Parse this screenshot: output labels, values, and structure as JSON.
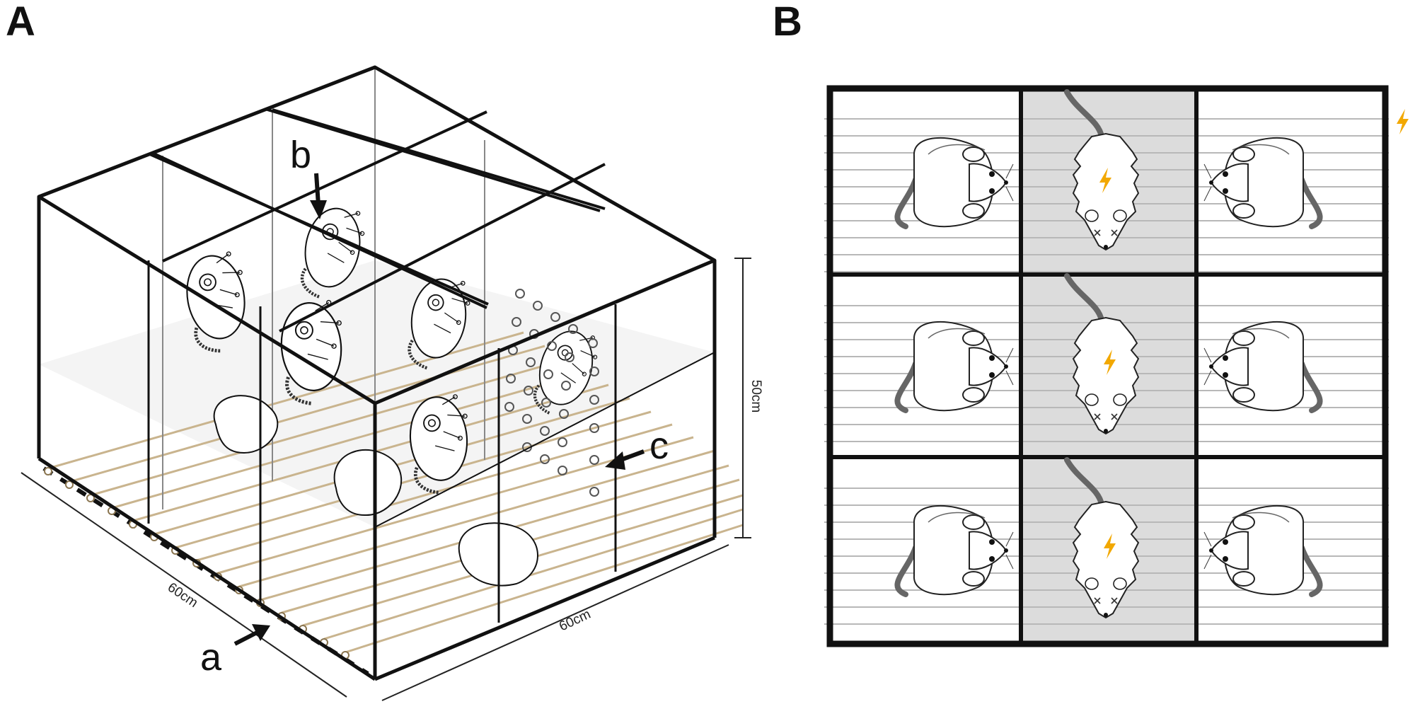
{
  "panels": {
    "a": {
      "letter": "A"
    },
    "b": {
      "letter": "B"
    }
  },
  "callouts": {
    "a": "a",
    "b": "b",
    "c": "c"
  },
  "dimensions": {
    "height": "50cm",
    "width_left": "60cm",
    "width_right": "60cm"
  },
  "grid": {
    "rows": 3,
    "cols": 3
  },
  "colors": {
    "frame": "#111111",
    "rods": "#c9b48e",
    "shock_cell": "#dcdcdc",
    "lightning": "#f2a800"
  },
  "icons": [
    "arrow-icon",
    "lightning-icon",
    "mouse-icon"
  ]
}
